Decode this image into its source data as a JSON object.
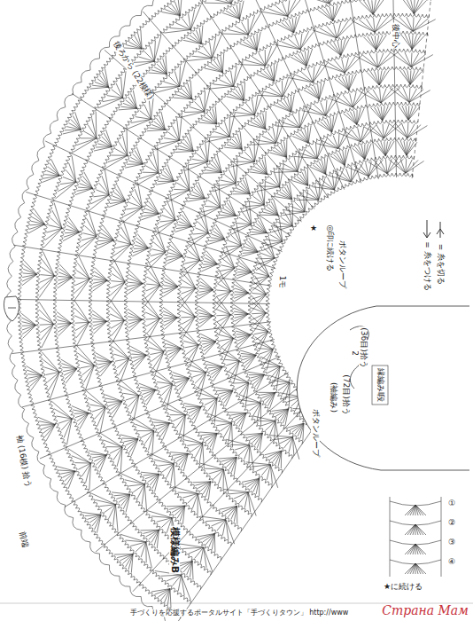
{
  "diagram": {
    "title": "模様編みB",
    "labels": [
      "後中心",
      "後ろから (22模様)",
      "★",
      "◎印に続ける",
      "ボタンループ",
      "1モ",
      "(袖編み)",
      "(72目)拾う",
      "2",
      "(36目)拾う",
      "ボタンループ",
      "縁編みⅠ段",
      "袖 (16模) 拾う",
      "前端",
      "①",
      "②",
      "③",
      "④",
      "★に続ける",
      "手づくりを応援するポータルサイト「手づくりタウン」 http://www",
      "Страна Мам"
    ],
    "legend": [
      {
        "text": "= 糸をつける"
      },
      {
        "text": "= 糸を切る"
      }
    ]
  }
}
